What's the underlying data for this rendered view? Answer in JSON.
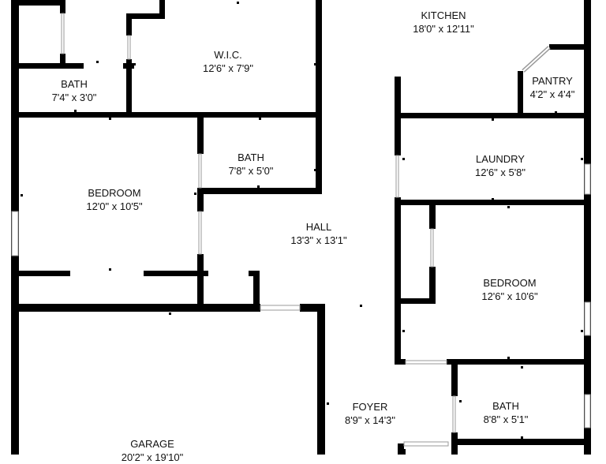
{
  "rooms": {
    "kitchen": {
      "name": "KITCHEN",
      "size": "18'0\" x 12'11\""
    },
    "wic": {
      "name": "W.I.C.",
      "size": "12'6\" x 7'9\""
    },
    "pantry": {
      "name": "PANTRY",
      "size": "4'2\" x 4'4\""
    },
    "bath1": {
      "name": "BATH",
      "size": "7'4\" x 3'0\""
    },
    "bath2": {
      "name": "BATH",
      "size": "7'8\" x 5'0\""
    },
    "laundry": {
      "name": "LAUNDRY",
      "size": "12'6\" x 5'8\""
    },
    "bedroom1": {
      "name": "BEDROOM",
      "size": "12'0\" x 10'5\""
    },
    "hall": {
      "name": "HALL",
      "size": "13'3\" x 13'1\""
    },
    "bedroom2": {
      "name": "BEDROOM",
      "size": "12'6\" x 10'6\""
    },
    "foyer": {
      "name": "FOYER",
      "size": "8'9\" x 14'3\""
    },
    "bath3": {
      "name": "BATH",
      "size": "8'8\" x 5'1\""
    },
    "garage": {
      "name": "GARAGE",
      "size": "20'2\" x 19'10\""
    }
  },
  "colors": {
    "wall": "#000000",
    "background": "#ffffff",
    "window": "#9a9a9a"
  }
}
